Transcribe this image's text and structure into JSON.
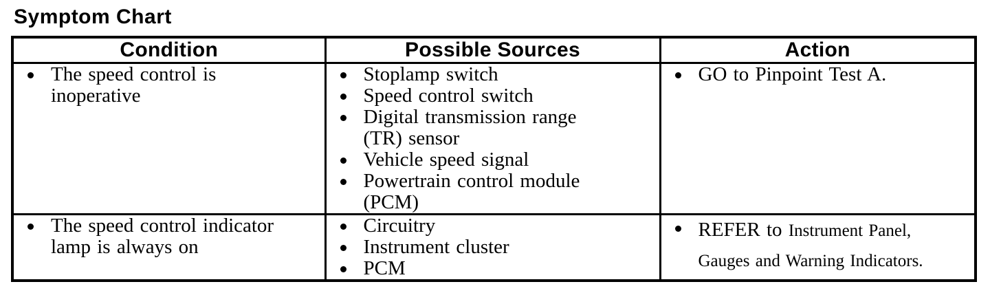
{
  "page": {
    "title": "Symptom Chart"
  },
  "table": {
    "headers": [
      "Condition",
      "Possible Sources",
      "Action"
    ],
    "rows": [
      {
        "condition": {
          "items": [
            "The speed control is\ninoperative"
          ]
        },
        "sources": {
          "items": [
            "Stoplamp switch",
            "Speed control switch",
            "Digital transmission range\n(TR) sensor",
            "Vehicle speed signal",
            "Powertrain control module\n(PCM)"
          ]
        },
        "action": {
          "text": "GO to Pinpoint Test A."
        }
      },
      {
        "condition": {
          "items": [
            "The speed control indicator\nlamp is always on"
          ]
        },
        "sources": {
          "items": [
            "Circuitry",
            "Instrument cluster",
            "PCM"
          ]
        },
        "action": {
          "text": "REFER to",
          "reference": "Instrument Panel,\nGauges and Warning Indicators."
        }
      }
    ]
  },
  "colors": {
    "ink": "#000000",
    "paper": "#ffffff"
  }
}
